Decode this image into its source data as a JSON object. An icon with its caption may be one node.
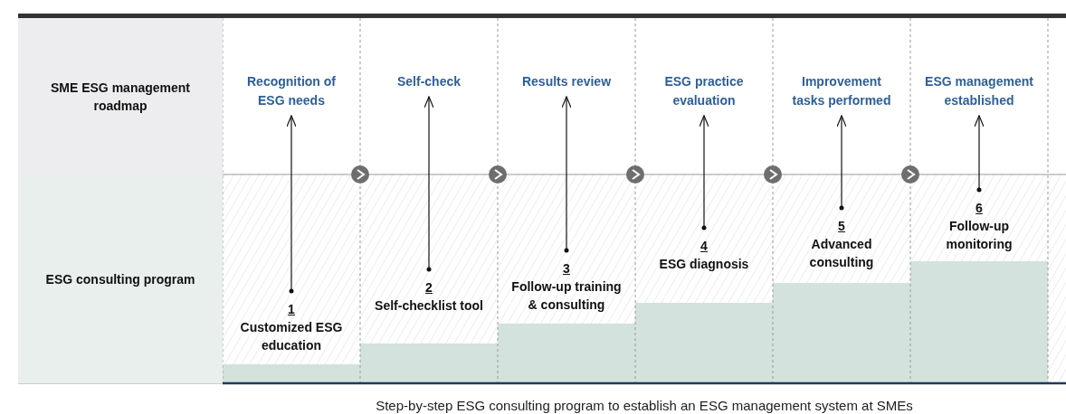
{
  "diagram": {
    "caption": "Step-by-step ESG consulting program to establish an ESG management system at SMEs",
    "nodes": [
      {
        "text": [
          "SME ESG management roadmap"
        ]
      },
      {
        "text": [
          "ESG consulting program"
        ]
      },
      {
        "text": [
          "Recognition of ESG needs"
        ]
      },
      {
        "text": [
          "Self-check"
        ]
      },
      {
        "text": [
          "Results review"
        ]
      },
      {
        "text": [
          "ESG practice evaluation"
        ]
      },
      {
        "text": [
          "Improvement tasks performed"
        ]
      },
      {
        "text": [
          "ESG management established"
        ]
      },
      {
        "text": [
          "1",
          "Customized ESG education"
        ]
      },
      {
        "text": [
          "2",
          "Self-checklist tool"
        ]
      },
      {
        "text": [
          "3",
          "Follow-up training & consulting"
        ]
      },
      {
        "text": [
          "4",
          "ESG diagnosis"
        ]
      },
      {
        "text": [
          "5",
          "Advanced consulting"
        ]
      },
      {
        "text": [
          "6",
          "Follow-up monitoring"
        ]
      }
    ],
    "edges": [
      {
        "from": 8,
        "to": 2,
        "arrow": "to"
      },
      {
        "from": 9,
        "to": 3,
        "arrow": "to"
      },
      {
        "from": 10,
        "to": 4,
        "arrow": "to"
      },
      {
        "from": 11,
        "to": 5,
        "arrow": "to"
      },
      {
        "from": 12,
        "to": 6,
        "arrow": "to"
      },
      {
        "from": 13,
        "to": 7,
        "arrow": "to"
      }
    ]
  }
}
